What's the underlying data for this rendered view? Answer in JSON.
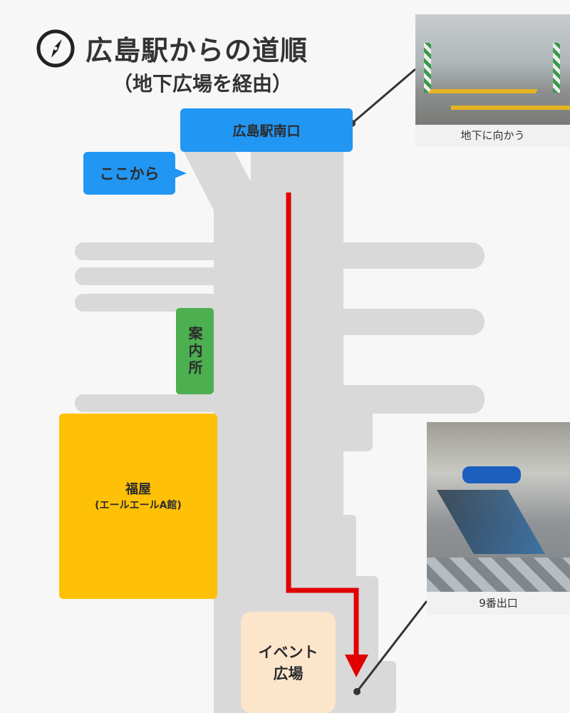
{
  "title": "広島駅からの道順",
  "subtitle": "（地下広場を経由）",
  "icons": {
    "title_icon": "compass-icon"
  },
  "colors": {
    "corridor": "#d9d9d9",
    "route": "#e00000",
    "label_blue": "#2196f3",
    "store": "#ffc107",
    "info": "#4caf50",
    "plaza": "#fde5cc"
  },
  "labels": {
    "south_exit": "広島駅南口",
    "start": "ここから",
    "info_center": "案内所",
    "store_name": "福屋",
    "store_sub": "(エールエールA館)",
    "plaza_line1": "イベント",
    "plaza_line2": "広場"
  },
  "photos": [
    {
      "caption": "地下に向かう"
    },
    {
      "caption": "9番出口"
    }
  ]
}
